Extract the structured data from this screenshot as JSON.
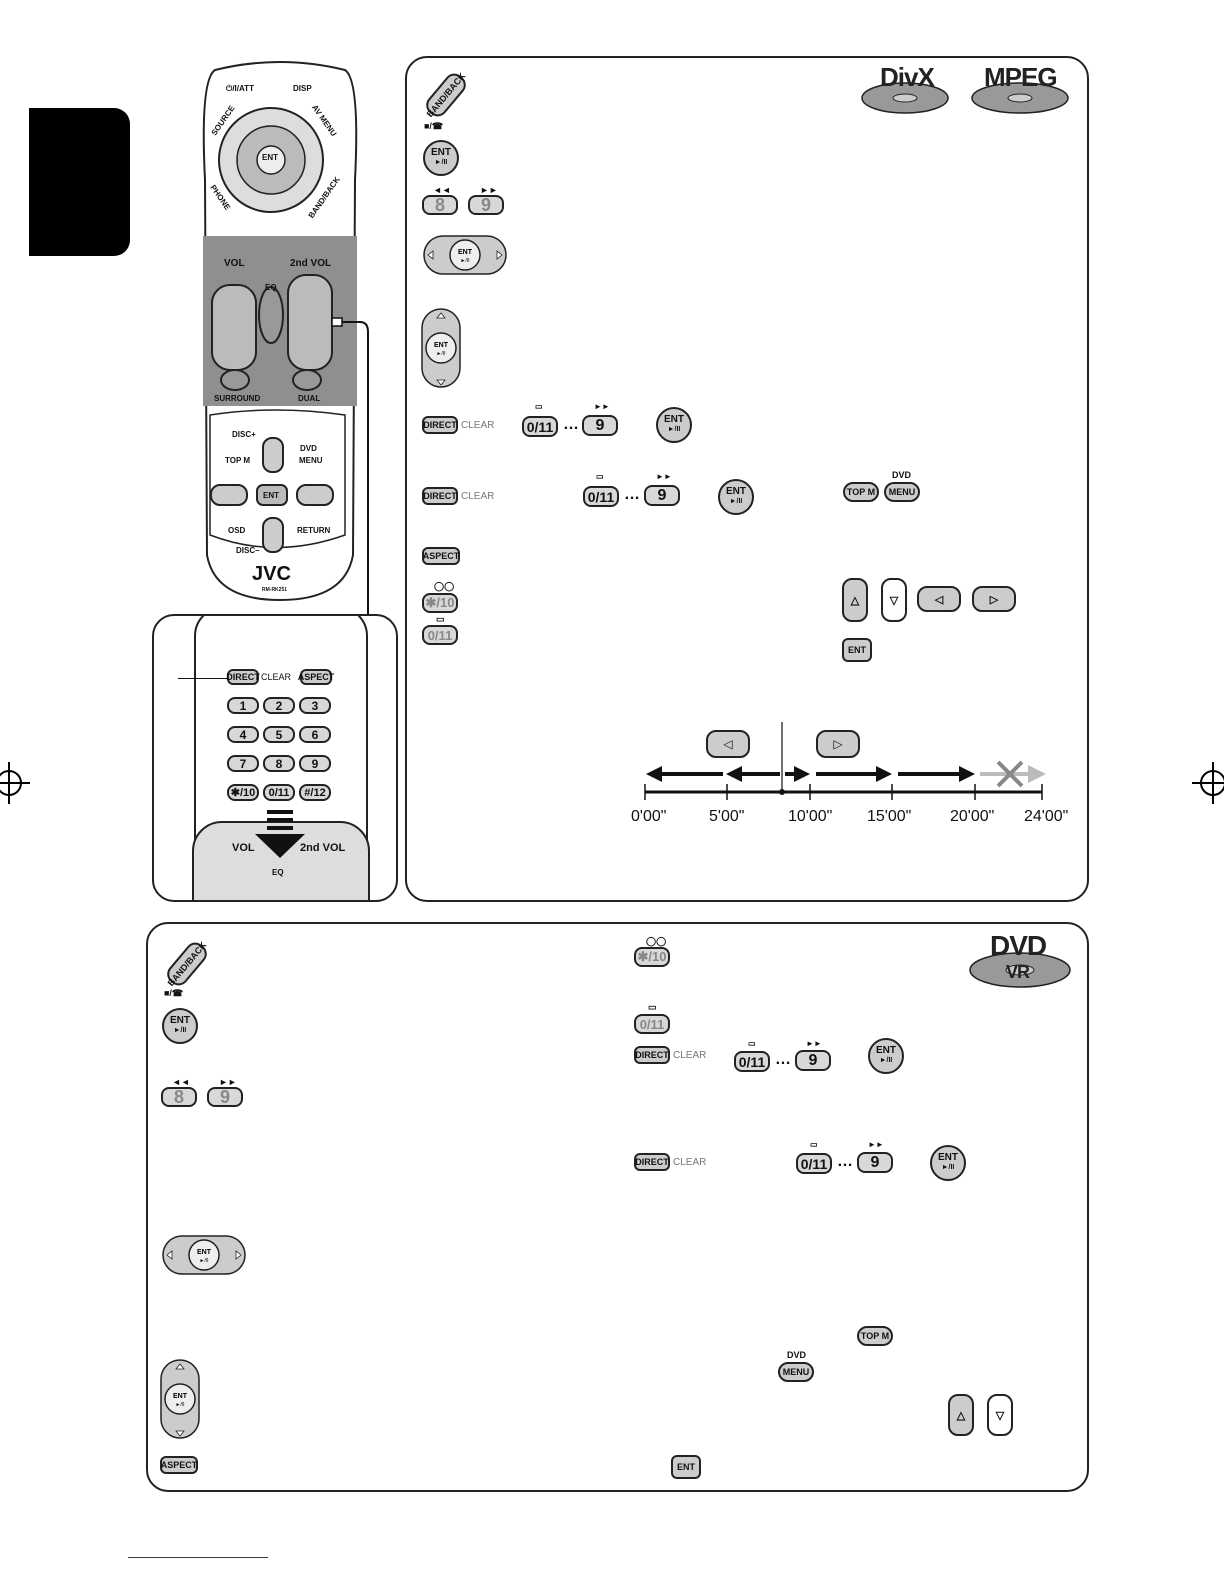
{
  "remote": {
    "power_att": "⏻/I/ATT",
    "disp": "DISP",
    "source": "SOURCE",
    "av_menu": "AV MENU",
    "phone": "PHONE",
    "band_back": "BAND/BACK",
    "ent": "ENT",
    "vol": "VOL",
    "vol2": "2nd VOL",
    "eq": "EQ",
    "surround": "SURROUND",
    "dual": "DUAL",
    "disc_plus": "DISC+",
    "disc_minus": "DISC–",
    "dvd": "DVD",
    "menu": "MENU",
    "top_m": "TOP M",
    "osd": "OSD",
    "return": "RETURN",
    "brand": "JVC",
    "model": "RM-RK251"
  },
  "keypad": {
    "direct": "DIRECT",
    "clear": "CLEAR",
    "aspect": "ASPECT",
    "keys": [
      "1",
      "2",
      "3",
      "4",
      "5",
      "6",
      "7",
      "8",
      "9",
      "✱/10",
      "0/11",
      "#/12"
    ]
  },
  "upper": {
    "discs": [
      "DivX",
      "MPEG"
    ],
    "band_back": "BAND/BACK",
    "ent": "ENT",
    "key8": "8",
    "key9": "9",
    "direct": "DIRECT",
    "clear": "CLEAR",
    "key0": "0/11",
    "dots": "…",
    "aspect": "ASPECT",
    "key10": "✱/10",
    "top_m": "TOP M",
    "dvd": "DVD",
    "menu": "MENU",
    "timeline": [
      "0'00\"",
      "5'00\"",
      "10'00\"",
      "15'00\"",
      "20'00\"",
      "24'00\""
    ]
  },
  "lower": {
    "disc_top": "DVD",
    "disc_bottom": "VR",
    "band_back": "BAND/BACK",
    "ent": "ENT",
    "key8": "8",
    "key9": "9",
    "key10": "✱/10",
    "key0": "0/11",
    "direct": "DIRECT",
    "clear": "CLEAR",
    "dots": "…",
    "aspect": "ASPECT",
    "top_m": "TOP M",
    "dvd": "DVD",
    "menu": "MENU"
  }
}
